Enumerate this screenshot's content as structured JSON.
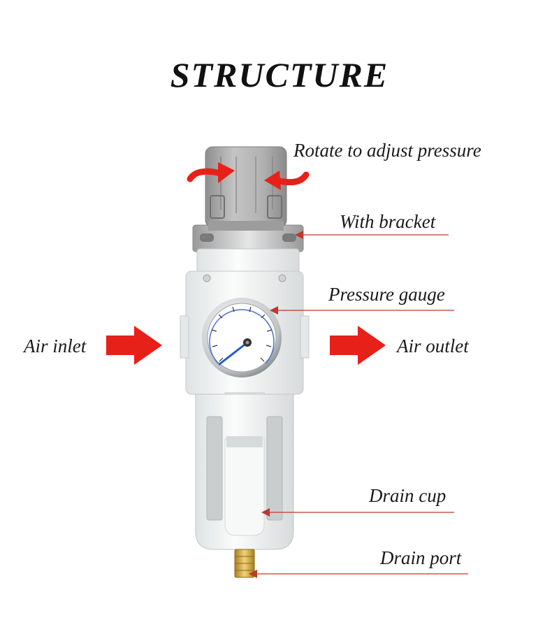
{
  "title": "STRUCTURE",
  "labels": {
    "rotate": "Rotate to adjust pressure",
    "bracket": "With bracket",
    "gauge": "Pressure gauge",
    "inlet": "Air inlet",
    "outlet": "Air outlet",
    "drain_cup": "Drain cup",
    "drain_port": "Drain port"
  },
  "colors": {
    "arrow_red": "#e8201a",
    "leader_line": "#c0392b",
    "knob_gray": "#a9a9a9",
    "body_white": "#f4f6f6",
    "brass": "#c9a43a",
    "needle_blue": "#1f5bd6"
  },
  "icons": {
    "rotate_left": "curved-arrow-icon",
    "rotate_right": "curved-arrow-icon",
    "inlet_arrow": "right-arrow-icon",
    "outlet_arrow": "right-arrow-icon"
  }
}
